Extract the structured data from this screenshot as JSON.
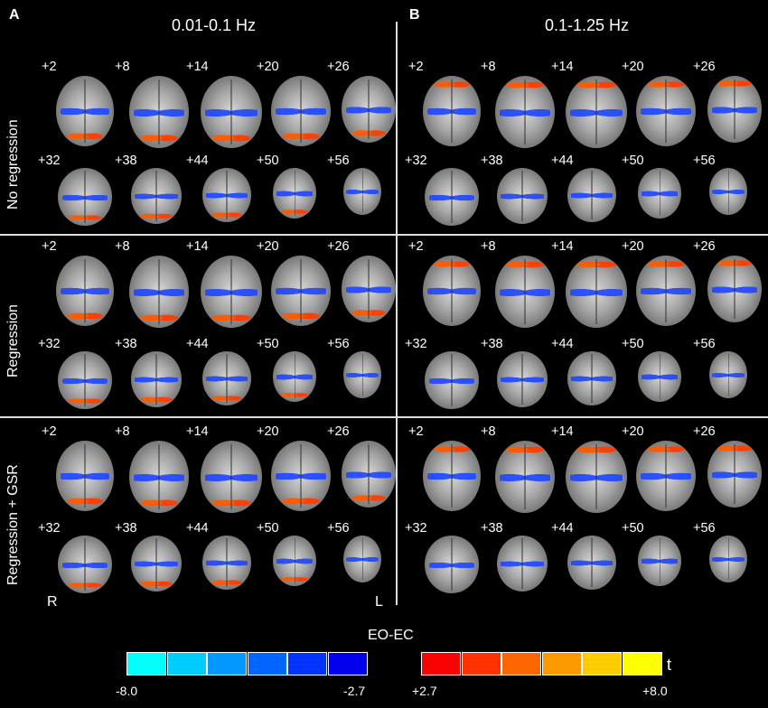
{
  "panels": {
    "left": "A",
    "right": "B"
  },
  "headers": {
    "left": "0.01-0.1 Hz",
    "right": "0.1-1.25 Hz"
  },
  "row_labels": [
    "No regression",
    "Regression",
    "Regression + GSR"
  ],
  "slice_labels": [
    "+2",
    "+8",
    "+14",
    "+20",
    "+26",
    "+32",
    "+38",
    "+44",
    "+50",
    "+56"
  ],
  "orientation": {
    "right": "R",
    "left": "L"
  },
  "colorbar": {
    "title": "EO-EC",
    "neg_min_label": "-8.0",
    "neg_max_label": "-2.7",
    "pos_min_label": "+2.7",
    "pos_max_label": "+8.0",
    "unit": "t",
    "neg_colors": [
      "#00ffff",
      "#00ccff",
      "#0099ff",
      "#0066ff",
      "#0033ff",
      "#0000ee"
    ],
    "pos_colors": [
      "#ff0000",
      "#ff3300",
      "#ff6600",
      "#ff9900",
      "#ffcc00",
      "#ffff00"
    ]
  },
  "colors": {
    "background": "#000000",
    "separator": "#dddddd"
  }
}
